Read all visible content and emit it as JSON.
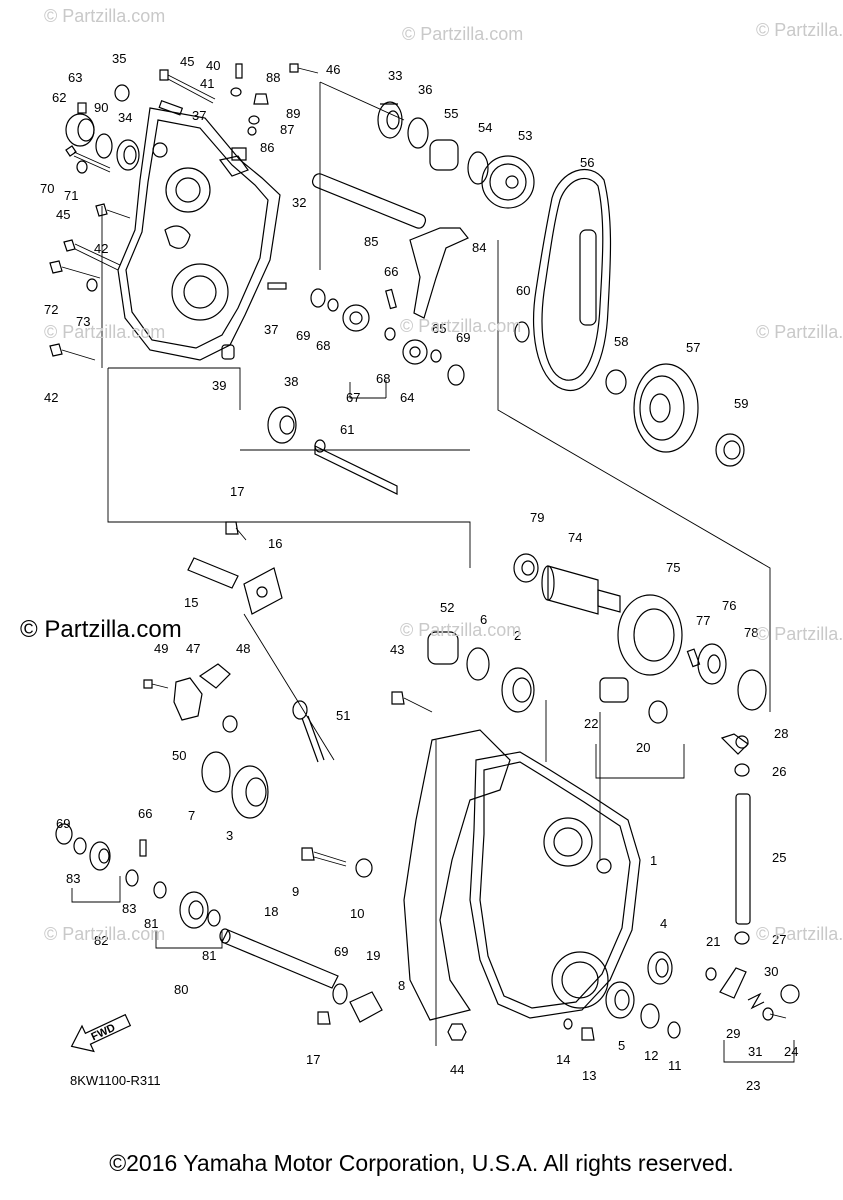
{
  "watermarks": [
    "© Partzilla.com",
    "© Partzilla.com",
    "© Partzilla.com",
    "© Partzilla.com",
    "© Partzilla.com",
    "© Partzilla.com",
    "© Partzilla.com",
    "© Partzilla.com",
    "© Partzilla.com",
    "© Partzilla.com"
  ],
  "main_watermark": "© Partzilla.com",
  "diagram_code": "8KW1100-R311",
  "copyright": "©2016 Yamaha Motor Corporation, U.S.A. All rights reserved.",
  "fwd_label": "FWD",
  "callouts": [
    "1",
    "2",
    "3",
    "4",
    "5",
    "6",
    "7",
    "8",
    "9",
    "10",
    "11",
    "12",
    "13",
    "14",
    "15",
    "16",
    "17",
    "17",
    "18",
    "19",
    "20",
    "21",
    "22",
    "23",
    "24",
    "25",
    "26",
    "27",
    "28",
    "29",
    "30",
    "31",
    "32",
    "33",
    "34",
    "35",
    "36",
    "37",
    "37",
    "38",
    "39",
    "40",
    "41",
    "42",
    "42",
    "43",
    "44",
    "45",
    "45",
    "46",
    "47",
    "48",
    "49",
    "50",
    "51",
    "52",
    "53",
    "54",
    "55",
    "56",
    "57",
    "58",
    "59",
    "60",
    "61",
    "62",
    "63",
    "64",
    "65",
    "66",
    "66",
    "67",
    "68",
    "68",
    "69",
    "69",
    "69",
    "69",
    "70",
    "71",
    "72",
    "73",
    "74",
    "75",
    "76",
    "77",
    "78",
    "79",
    "80",
    "81",
    "81",
    "82",
    "83",
    "83",
    "84",
    "85",
    "86",
    "87",
    "88",
    "89",
    "90"
  ]
}
